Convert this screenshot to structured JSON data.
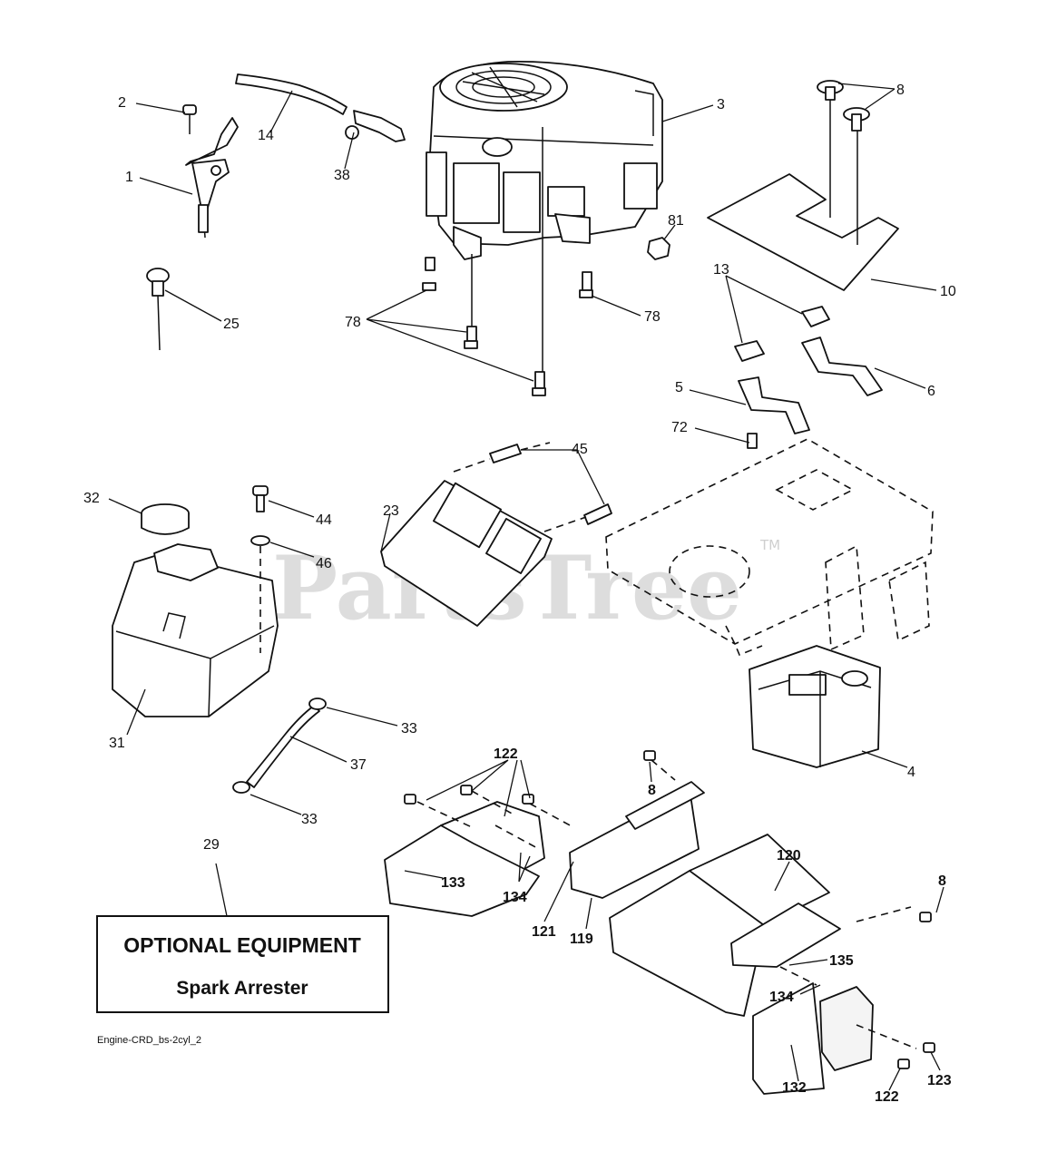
{
  "watermark": {
    "text": "PartsTree",
    "trademark": "TM"
  },
  "optional_box": {
    "title": "OPTIONAL EQUIPMENT",
    "subtitle": "Spark Arrester"
  },
  "caption": "Engine-CRD_bs-2cyl_2",
  "callouts": {
    "c2": "2",
    "c1": "1",
    "c14": "14",
    "c38": "38",
    "c3": "3",
    "c8a": "8",
    "c10": "10",
    "c81": "81",
    "c78a": "78",
    "c78b": "78",
    "c25": "25",
    "c13": "13",
    "c5": "5",
    "c6": "6",
    "c72": "72",
    "c45": "45",
    "c32": "32",
    "c44": "44",
    "c23": "23",
    "c46": "46",
    "c31": "31",
    "c33a": "33",
    "c37": "37",
    "c33b": "33",
    "c4": "4",
    "c122a": "122",
    "c8b": "8",
    "c29": "29",
    "c133": "133",
    "c134a": "134",
    "c121": "121",
    "c119": "119",
    "c120": "120",
    "c8c": "8",
    "c135": "135",
    "c134b": "134",
    "c132": "132",
    "c122b": "122",
    "c123": "123"
  },
  "colors": {
    "line": "#111111",
    "watermark": "#d8d8d8",
    "background": "#ffffff"
  }
}
